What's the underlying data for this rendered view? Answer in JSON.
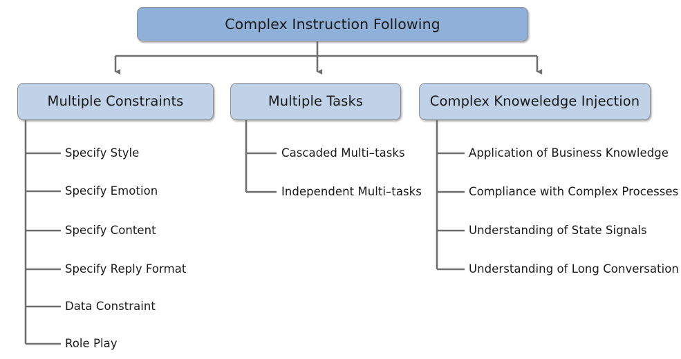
{
  "diagram": {
    "type": "hierarchy-tree",
    "title": "Complex Instruction Following",
    "colors": {
      "root_fill": "#8fb0d8",
      "branch_fill": "#c0d2e8",
      "box_border": "#8e8e8e",
      "connector": "#6e6e6e",
      "text": "#1a1a1a",
      "background": "#ffffff"
    },
    "root": {
      "label": "Complex Instruction Following"
    },
    "branches": [
      {
        "id": "multiple-constraints",
        "label": "Multiple Constraints",
        "leaves": [
          {
            "label": "Specify Style"
          },
          {
            "label": "Specify Emotion"
          },
          {
            "label": "Specify Content"
          },
          {
            "label": "Specify Reply Format"
          },
          {
            "label": "Data Constraint"
          },
          {
            "label": "Role Play"
          }
        ]
      },
      {
        "id": "multiple-tasks",
        "label": "Multiple Tasks",
        "leaves": [
          {
            "label": "Cascaded Multi–tasks"
          },
          {
            "label": "Independent Multi–tasks"
          }
        ]
      },
      {
        "id": "complex-knowledge-injection",
        "label": "Complex Knoweledge Injection",
        "leaves": [
          {
            "label": "Application of Business Knowledge"
          },
          {
            "label": "Compliance with Complex Processes"
          },
          {
            "label": "Understanding of State Signals"
          },
          {
            "label": "Understanding of Long Conversation"
          }
        ]
      }
    ]
  }
}
